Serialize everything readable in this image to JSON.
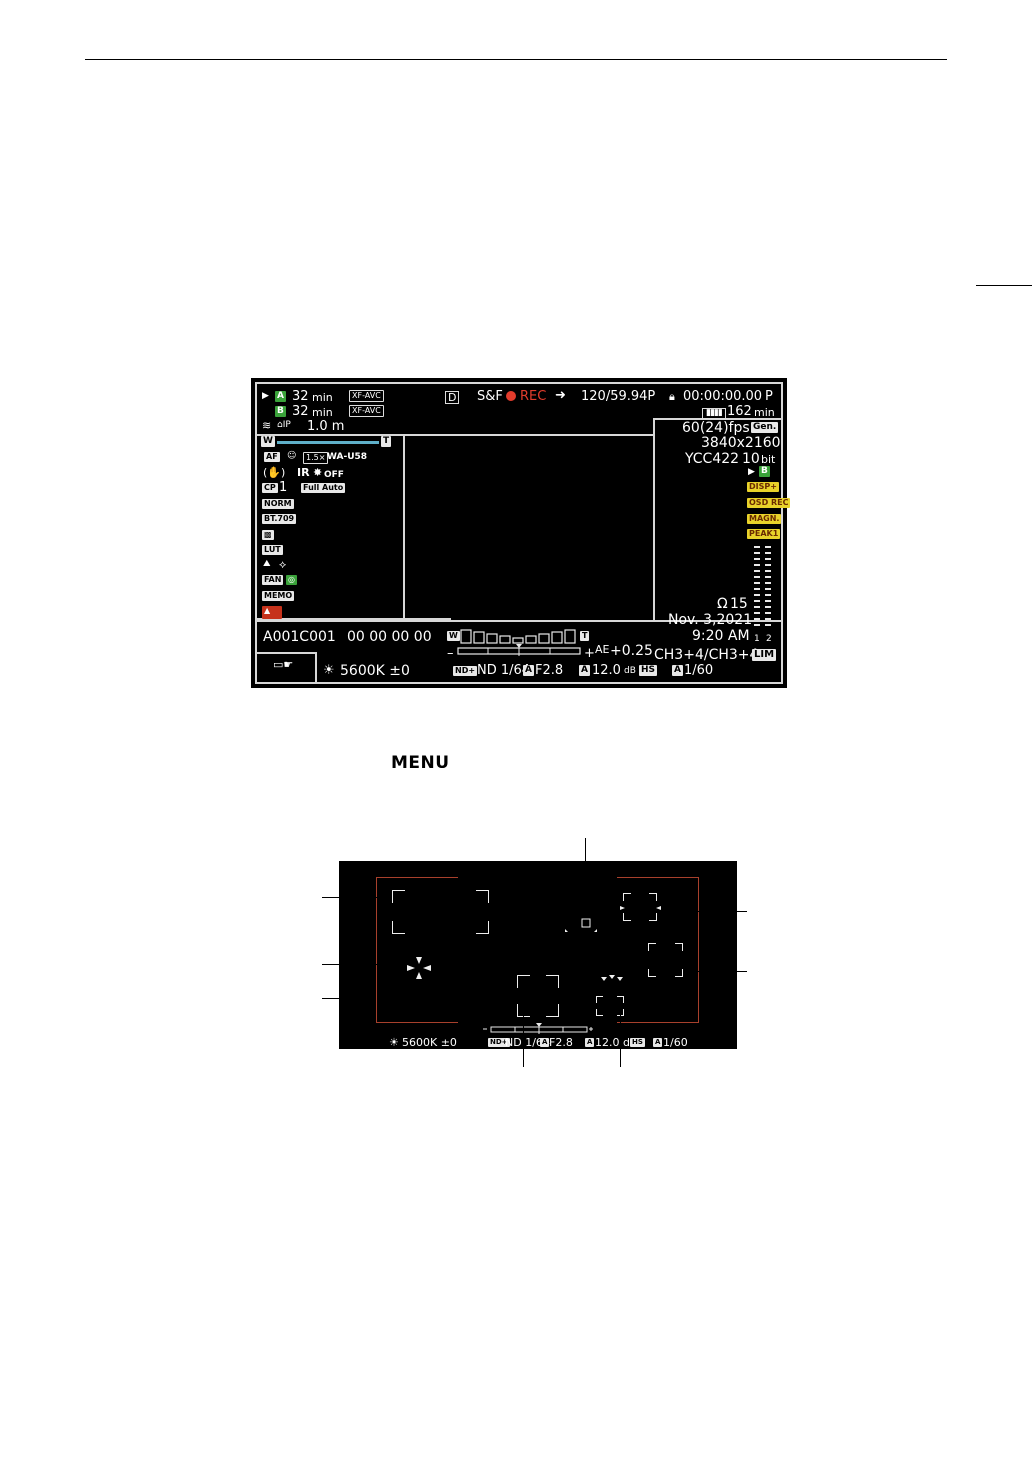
{
  "screen1": {
    "top": {
      "media_a_time": "32",
      "media_b_time": "32",
      "min": "min",
      "format": "XF-AVC",
      "sf": "S&F",
      "rec": "REC",
      "framerate": "120/59.94P",
      "timecode": "00:00:00.00",
      "tc_mode": "P",
      "network_dist": "1.0 m",
      "battery": "162"
    },
    "left": {
      "wt_w": "W",
      "wt_t": "T",
      "af": "AF",
      "tele_conv": "1.5×",
      "wa_u58": "WA-U58",
      "ir": "IR",
      "is_off": "OFF",
      "cp": "CP",
      "cp_num": "1",
      "full_auto": "Full Auto",
      "norm": "NORM",
      "bt709": "BT.709",
      "lut": "LUT",
      "fan": "FAN",
      "memo": "MEMO"
    },
    "right": {
      "fps": "60(24)fps",
      "gen": "Gen.",
      "resolution": "3840x2160",
      "sampling": "YCC422",
      "bit": "10",
      "bit_unit": "bit",
      "b_label": "B",
      "disp": "DISP+",
      "osd_rec": "OSD REC",
      "magn": "MAGN.",
      "peak": "PEAK1",
      "headphone": "15",
      "date": "Nov. 3,2021",
      "time": "9:20 AM",
      "channels": "CH3+4/CH3+4",
      "lim": "LIM",
      "meter_ch1": "1",
      "meter_ch2": "2"
    },
    "bottom": {
      "clip": "A001C001",
      "user_bit": "00 00 00 00",
      "wb": "5600K ±0",
      "ae": "AE",
      "ae_val": "+0.25",
      "nd_badge": "ND+",
      "nd": "ND 1/64",
      "aperture": "F2.8",
      "gain": "12.0",
      "gain_unit": "dB",
      "hs": "HS",
      "shutter": "1/60",
      "a": "A",
      "minus": "–",
      "plus": "+"
    }
  },
  "menu_label": "MENU",
  "screen2": {
    "wb": "5600K ±0",
    "nd_badge": "ND+",
    "nd": "ND 1/64",
    "aperture": "F2.8",
    "gain": "12.0 dB",
    "hs": "HS",
    "shutter": "1/60",
    "a": "A"
  }
}
